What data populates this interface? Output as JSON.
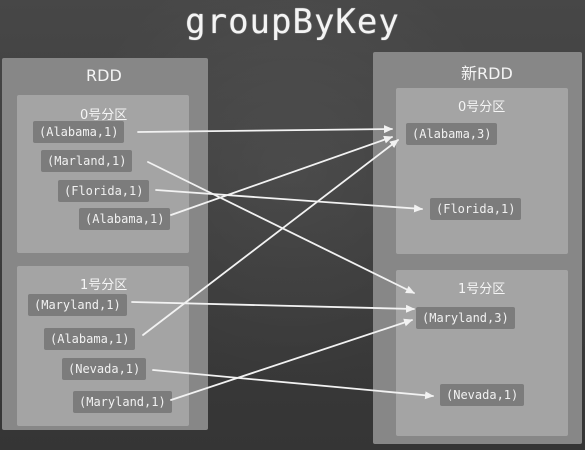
{
  "title": "groupByKey",
  "source": {
    "label": "RDD",
    "partitions": [
      {
        "label": "0号分区",
        "records": [
          "(Alabama,1)",
          "(Marland,1)",
          "(Florida,1)",
          "(Alabama,1)"
        ]
      },
      {
        "label": "1号分区",
        "records": [
          "(Maryland,1)",
          "(Alabama,1)",
          "(Nevada,1)",
          "(Maryland,1)"
        ]
      }
    ]
  },
  "target": {
    "label": "新RDD",
    "partitions": [
      {
        "label": "0号分区",
        "records": [
          "(Alabama,3)",
          "(Florida,1)"
        ]
      },
      {
        "label": "1号分区",
        "records": [
          "(Maryland,3)",
          "(Nevada,1)"
        ]
      }
    ]
  },
  "colors": {
    "background": "#3f3f3f",
    "rdd_box": "#878787",
    "partition_box": "#a4a4a4",
    "record_box": "#7c7c7c",
    "arrow": "#f2f2f2"
  }
}
